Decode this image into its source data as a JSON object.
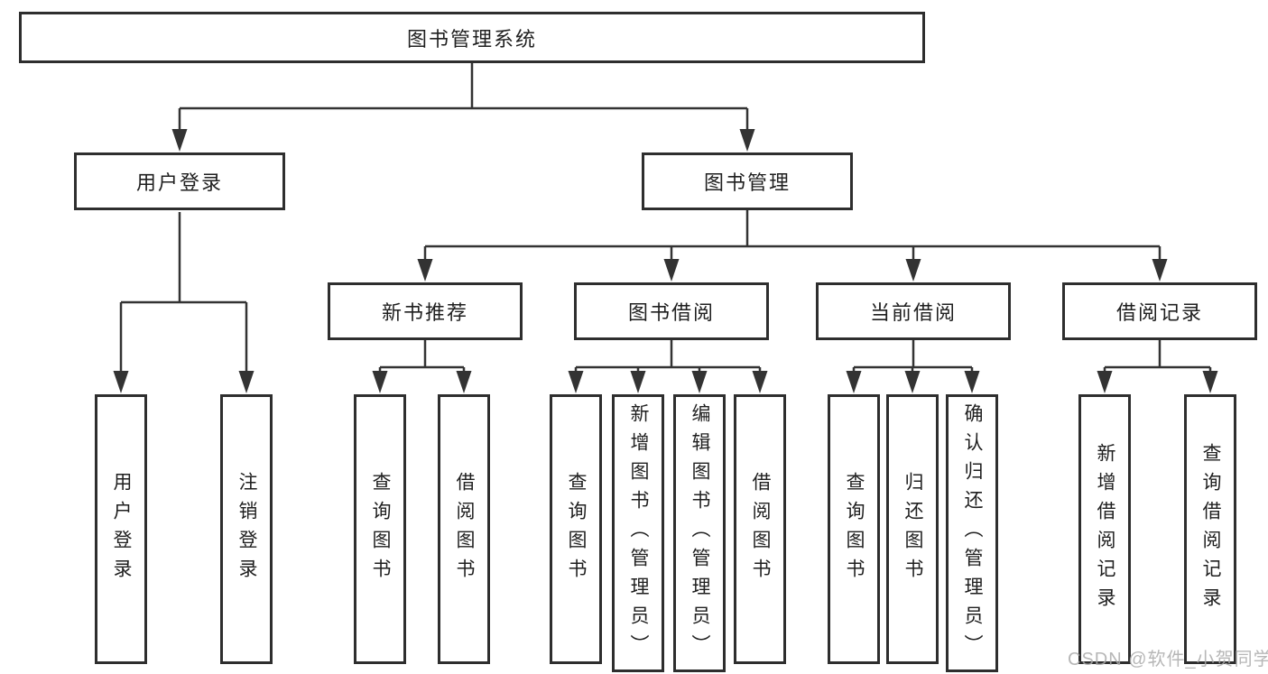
{
  "diagram": {
    "title": "图书管理系统",
    "root": {
      "label": "图书管理系统"
    },
    "level2": [
      {
        "label": "用户登录"
      },
      {
        "label": "图书管理"
      }
    ],
    "level3": [
      {
        "label": "新书推荐",
        "parent": "图书管理"
      },
      {
        "label": "图书借阅",
        "parent": "图书管理"
      },
      {
        "label": "当前借阅",
        "parent": "图书管理"
      },
      {
        "label": "借阅记录",
        "parent": "图书管理"
      }
    ],
    "leaves": [
      {
        "label": "用户登录",
        "parent": "用户登录"
      },
      {
        "label": "注销登录",
        "parent": "用户登录"
      },
      {
        "label": "查询图书",
        "parent": "新书推荐"
      },
      {
        "label": "借阅图书",
        "parent": "新书推荐"
      },
      {
        "label": "查询图书",
        "parent": "图书借阅"
      },
      {
        "label": "新增图书（管理员）",
        "parent": "图书借阅"
      },
      {
        "label": "编辑图书（管理员）",
        "parent": "图书借阅"
      },
      {
        "label": "借阅图书",
        "parent": "图书借阅"
      },
      {
        "label": "查询图书",
        "parent": "当前借阅"
      },
      {
        "label": "归还图书",
        "parent": "当前借阅"
      },
      {
        "label": "确认归还（管理员）",
        "parent": "当前借阅"
      },
      {
        "label": "新增借阅记录",
        "parent": "借阅记录"
      },
      {
        "label": "查询借阅记录",
        "parent": "借阅记录"
      }
    ]
  },
  "watermark": {
    "text": "CSDN @软件_小贺同学"
  },
  "colors": {
    "line": "#333333",
    "box_border": "#2e2e2e",
    "text": "#1f1f1f",
    "watermark": "#aaaaaa",
    "background": "#ffffff"
  }
}
